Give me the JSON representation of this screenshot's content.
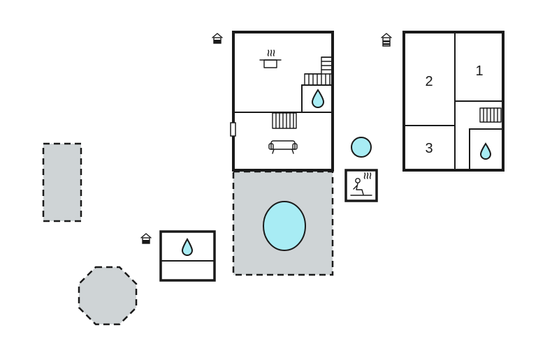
{
  "rooms": {
    "bedroom_1": "1",
    "bedroom_2": "2",
    "bedroom_3": "3"
  },
  "icons": {
    "house": "house-icon",
    "kitchen": "pot-icon",
    "bathroom": "water-drop-icon",
    "living": "sofa-icon",
    "stairs": "stairs-icon",
    "sauna": "sauna-icon",
    "pool": "pool-icon",
    "hot_tub": "hot-tub-icon"
  },
  "colors": {
    "wall": "#1a1a1a",
    "outdoor_area": "#cfd4d6",
    "water": "#a8ecf4"
  }
}
